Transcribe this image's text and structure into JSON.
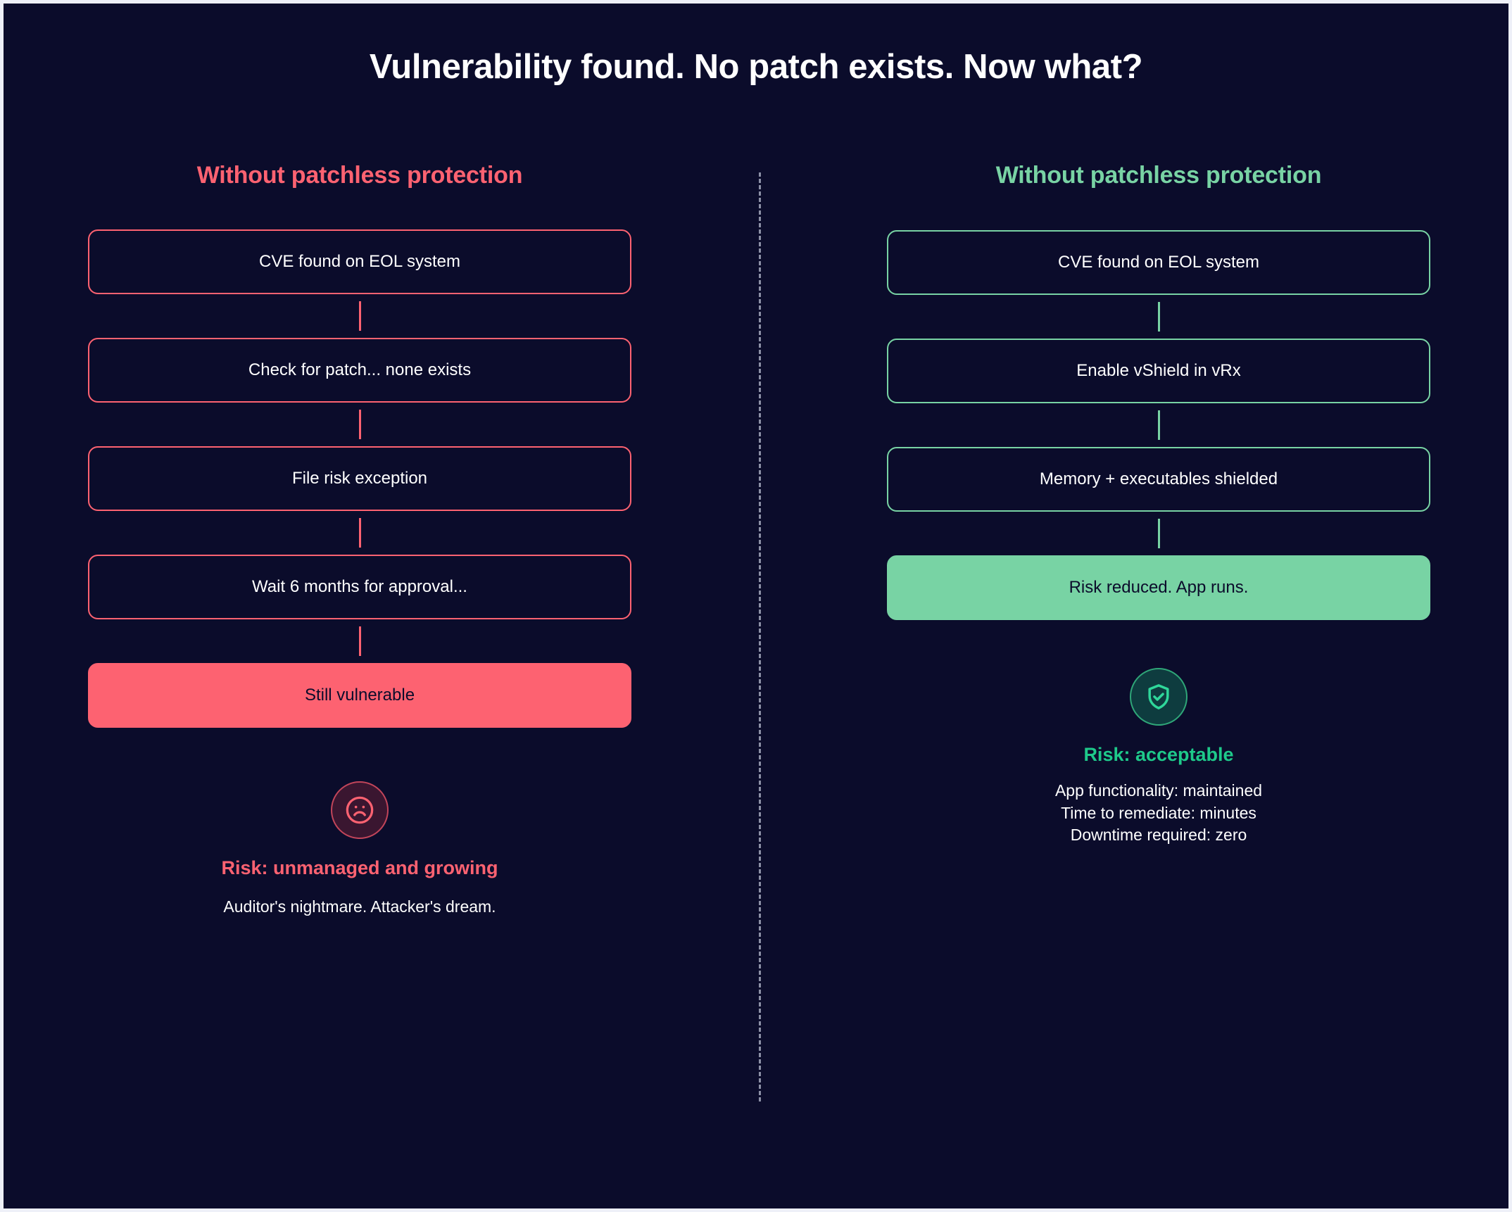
{
  "title": "Vulnerability found. No patch exists. Now what?",
  "colors": {
    "background": "#0b0c2b",
    "frame": "#eef0f8",
    "red": "#fd6271",
    "green": "#78d3a4",
    "green_text": "#1ec98a",
    "divider": "#8c90a6"
  },
  "left": {
    "heading": "Without patchless protection",
    "steps": [
      {
        "label": "CVE found on EOL system",
        "style": "outline-red"
      },
      {
        "label": "Check for patch... none exists",
        "style": "outline-red"
      },
      {
        "label": "File risk exception",
        "style": "outline-red"
      },
      {
        "label": "Wait 6 months for approval...",
        "style": "outline-red"
      },
      {
        "label": "Still vulnerable",
        "style": "filled-red"
      }
    ],
    "icon": "sad-face-icon",
    "risk_label": "Risk: unmanaged and growing",
    "note": "Auditor's nightmare. Attacker's dream."
  },
  "right": {
    "heading": "Without patchless protection",
    "steps": [
      {
        "label": "CVE found on EOL system",
        "style": "outline-green"
      },
      {
        "label": "Enable vShield in vRx",
        "style": "outline-green"
      },
      {
        "label": "Memory + executables shielded",
        "style": "outline-green"
      },
      {
        "label": "Risk reduced. App runs.",
        "style": "filled-green"
      }
    ],
    "icon": "shield-check-icon",
    "risk_label": "Risk: acceptable",
    "details": [
      "App functionality: maintained",
      "Time to remediate: minutes",
      "Downtime required: zero"
    ]
  }
}
